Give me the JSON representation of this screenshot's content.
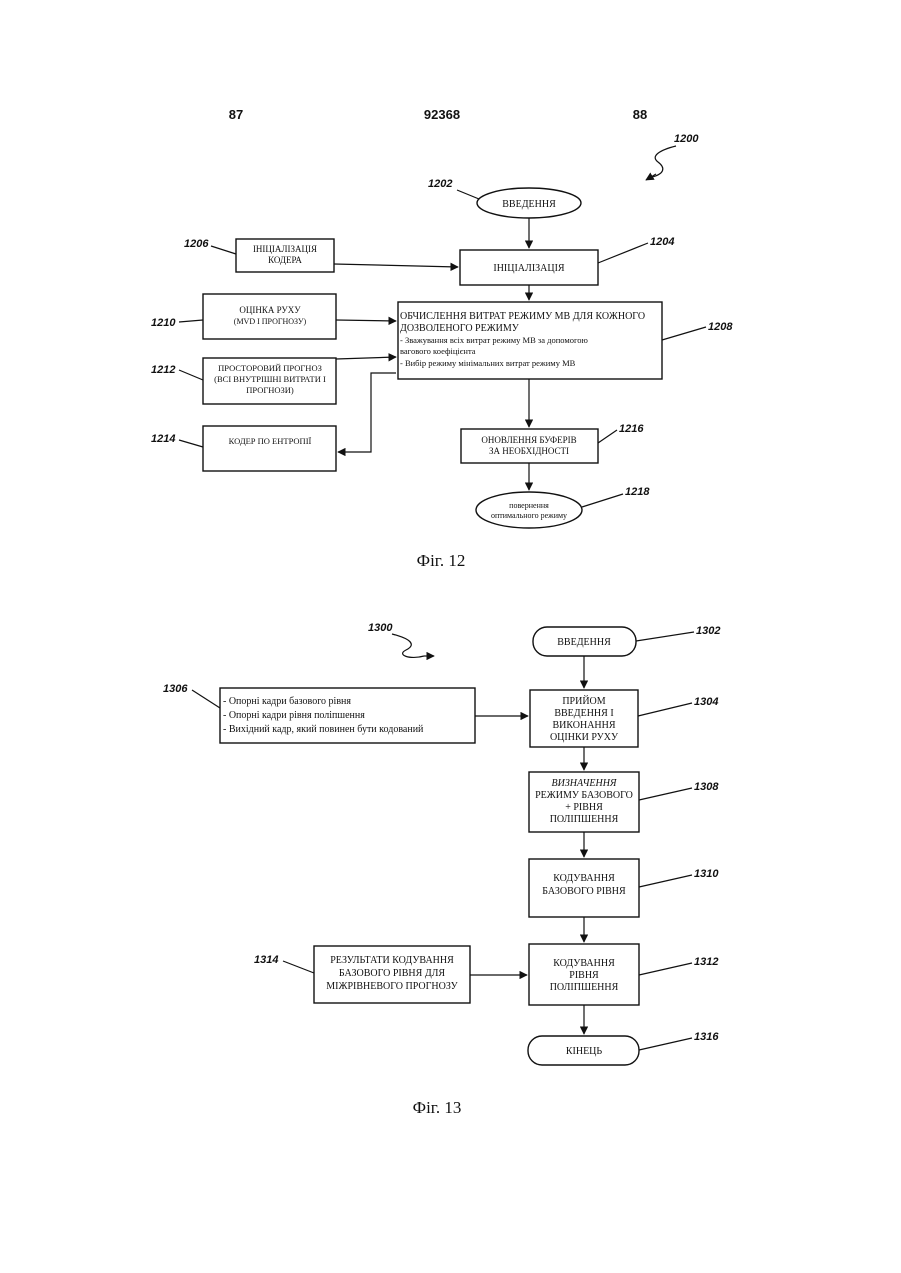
{
  "header": {
    "left": "87",
    "center": "92368",
    "right": "88"
  },
  "fig12": {
    "ref": "1200",
    "caption": "Фіг. 12",
    "start": {
      "ref": "1202",
      "label": "ВВЕДЕННЯ"
    },
    "init_coder": {
      "ref": "1206",
      "lines": [
        "ІНІЦІАЛІЗАЦІЯ",
        "КОДЕРА"
      ]
    },
    "init": {
      "ref": "1204",
      "label": "ІНІЦІАЛІЗАЦІЯ"
    },
    "motion": {
      "ref": "1210",
      "lines": [
        "ОЦІНКА РУХУ",
        "(MVD І ПРОГНОЗУ)"
      ]
    },
    "cost": {
      "ref": "1208",
      "title_lines": [
        "ОБЧИСЛЕННЯ ВИТРАТ РЕЖИМУ МВ ДЛЯ КОЖНОГО",
        "ДОЗВОЛЕНОГО РЕЖИМУ"
      ],
      "body_lines": [
        "- Зважування всіх витрат режиму МВ за допомогою",
        "вагового коефіцієнта",
        "- Вибір режиму мінімальних витрат режиму МВ"
      ]
    },
    "spatial": {
      "ref": "1212",
      "lines": [
        "ПРОСТОРОВИЙ ПРОГНОЗ",
        "(ВСІ ВНУТРІШНІ ВИТРАТИ І",
        "ПРОГНОЗИ)"
      ]
    },
    "entropy": {
      "ref": "1214",
      "label": "КОДЕР ПО ЕНТРОПІЇ"
    },
    "update": {
      "ref": "1216",
      "lines": [
        "ОНОВЛЕННЯ БУФЕРІВ",
        "ЗА НЕОБХІДНОСТІ"
      ]
    },
    "return": {
      "ref": "1218",
      "lines": [
        "повернення",
        "оптимального режиму"
      ]
    }
  },
  "fig13": {
    "ref": "1300",
    "caption": "Фіг. 13",
    "start": {
      "ref": "1302",
      "label": "ВВЕДЕННЯ"
    },
    "frames": {
      "ref": "1306",
      "lines": [
        "- Опорні кадри базового рівня",
        "- Опорні кадри рівня поліпшення",
        "- Вихідний кадр, який повинен бути кодований"
      ]
    },
    "receive": {
      "ref": "1304",
      "lines": [
        "ПРИЙОМ",
        "ВВЕДЕННЯ І",
        "ВИКОНАННЯ",
        "ОЦІНКИ РУХУ"
      ]
    },
    "mode": {
      "ref": "1308",
      "lines": [
        "ВИЗНАЧЕННЯ",
        "РЕЖИМУ БАЗОВОГО",
        "+ РІВНЯ",
        "ПОЛІПШЕННЯ"
      ]
    },
    "base": {
      "ref": "1310",
      "lines": [
        "КОДУВАННЯ",
        "БАЗОВОГО РІВНЯ"
      ]
    },
    "results": {
      "ref": "1314",
      "lines": [
        "РЕЗУЛЬТАТИ КОДУВАННЯ",
        "БАЗОВОГО РІВНЯ ДЛЯ",
        "МІЖРІВНЕВОГО ПРОГНОЗУ"
      ]
    },
    "enh": {
      "ref": "1312",
      "lines": [
        "КОДУВАННЯ",
        "РІВНЯ",
        "ПОЛІПШЕННЯ"
      ]
    },
    "end": {
      "ref": "1316",
      "label": "КІНЕЦЬ"
    }
  }
}
